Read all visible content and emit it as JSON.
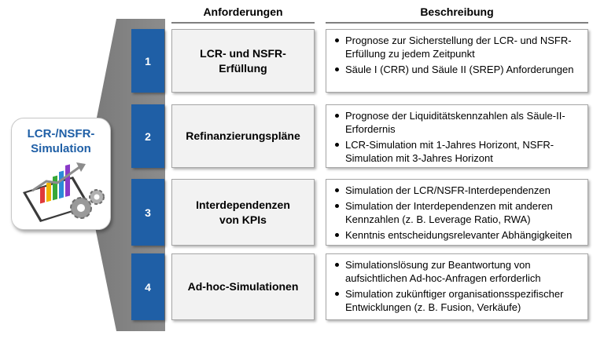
{
  "headers": {
    "requirements": "Anforderungen",
    "description": "Beschreibung"
  },
  "simulation": {
    "title_line1": "LCR-/NSFR-",
    "title_line2": "Simulation"
  },
  "rows": [
    {
      "number": "1",
      "requirement_lines": [
        "LCR- und NSFR-",
        "Erfüllung"
      ],
      "bullets": [
        "Prognose zur Sicherstellung der LCR- und NSFR-Erfüllung zu jedem Zeitpunkt",
        "Säule I (CRR) und Säule II (SREP) Anforderungen"
      ]
    },
    {
      "number": "2",
      "requirement_lines": [
        "Refinanzierungspläne"
      ],
      "bullets": [
        "Prognose der Liquiditätskennzahlen als Säule-II-Erfordernis",
        "LCR-Simulation mit 1-Jahres Horizont, NSFR-Simulation mit 3-Jahres Horizont"
      ]
    },
    {
      "number": "3",
      "requirement_lines": [
        "Interdependenzen",
        "von KPIs"
      ],
      "bullets": [
        "Simulation der LCR/NSFR-Interdependenzen",
        "Simulation der Interdependenzen mit anderen Kennzahlen (z. B. Leverage Ratio, RWA)",
        "Kenntnis entscheidungsrelevanter Abhängigkeiten"
      ]
    },
    {
      "number": "4",
      "requirement_lines": [
        "Ad-hoc-Simulationen"
      ],
      "bullets": [
        "Simulationslösung zur Beantwortung von aufsichtlichen Ad-hoc-Anfragen erforderlich",
        "Simulation zukünftiger organisationsspezifischer Entwicklungen (z. B. Fusion, Verkäufe)"
      ]
    }
  ],
  "colors": {
    "accent_blue": "#1f5fa6",
    "funnel_gray": "#7f7f7f",
    "req_fill": "#f2f2f2"
  }
}
